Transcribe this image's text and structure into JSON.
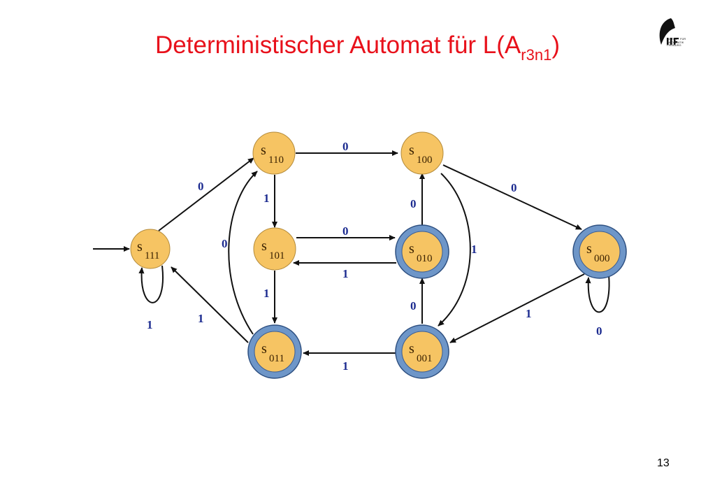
{
  "title": {
    "main": "Deterministischer Automat für L(A",
    "subscript": "r3n1",
    "close": ")"
  },
  "logo": {
    "letters": "IIF",
    "lines": [
      "INSTITUT FÜR",
      "INFORMATIK",
      "FREIBURG"
    ]
  },
  "page_number": "13",
  "colors": {
    "state_fill": "#f6c463",
    "final_ring": "#6e96c8",
    "edge_label": "#1b2a8f",
    "title": "#e8111b"
  },
  "states": [
    {
      "id": "s111",
      "letter": "s",
      "sub": "111",
      "accepting": false,
      "initial": true
    },
    {
      "id": "s110",
      "letter": "s",
      "sub": "110",
      "accepting": false,
      "initial": false
    },
    {
      "id": "s101",
      "letter": "s",
      "sub": "101",
      "accepting": false,
      "initial": false
    },
    {
      "id": "s011",
      "letter": "s",
      "sub": "011",
      "accepting": true,
      "initial": false
    },
    {
      "id": "s100",
      "letter": "s",
      "sub": "100",
      "accepting": false,
      "initial": false
    },
    {
      "id": "s010",
      "letter": "s",
      "sub": "010",
      "accepting": true,
      "initial": false
    },
    {
      "id": "s001",
      "letter": "s",
      "sub": "001",
      "accepting": true,
      "initial": false
    },
    {
      "id": "s000",
      "letter": "s",
      "sub": "000",
      "accepting": true,
      "initial": false
    }
  ],
  "transitions": [
    {
      "from": "s111",
      "to": "s110",
      "label": "0"
    },
    {
      "from": "s111",
      "to": "s111",
      "label": "1"
    },
    {
      "from": "s110",
      "to": "s100",
      "label": "0"
    },
    {
      "from": "s110",
      "to": "s101",
      "label": "1"
    },
    {
      "from": "s101",
      "to": "s010",
      "label": "0"
    },
    {
      "from": "s101",
      "to": "s011",
      "label": "1"
    },
    {
      "from": "s011",
      "to": "s110",
      "label": "0"
    },
    {
      "from": "s011",
      "to": "s111",
      "label": "1"
    },
    {
      "from": "s100",
      "to": "s000",
      "label": "0"
    },
    {
      "from": "s100",
      "to": "s001",
      "label": "1"
    },
    {
      "from": "s010",
      "to": "s100",
      "label": "0"
    },
    {
      "from": "s010",
      "to": "s101",
      "label": "1"
    },
    {
      "from": "s001",
      "to": "s010",
      "label": "0"
    },
    {
      "from": "s001",
      "to": "s011",
      "label": "1"
    },
    {
      "from": "s000",
      "to": "s000",
      "label": "0"
    },
    {
      "from": "s000",
      "to": "s001",
      "label": "1"
    }
  ]
}
